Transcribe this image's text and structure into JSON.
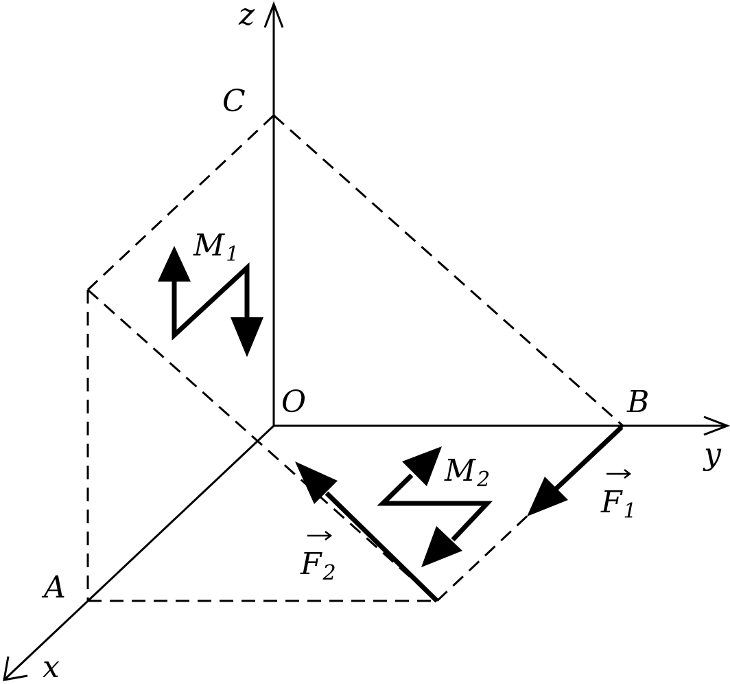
{
  "labels": {
    "z": "z",
    "y": "y",
    "x": "x",
    "C": "C",
    "O": "O",
    "B": "B",
    "A": "A"
  },
  "moments": {
    "m1": {
      "base": "M",
      "sub": "1"
    },
    "m2": {
      "base": "M",
      "sub": "2"
    }
  },
  "forces": {
    "f1": {
      "base": "F",
      "sub": "1"
    },
    "f2": {
      "base": "F",
      "sub": "2"
    }
  }
}
